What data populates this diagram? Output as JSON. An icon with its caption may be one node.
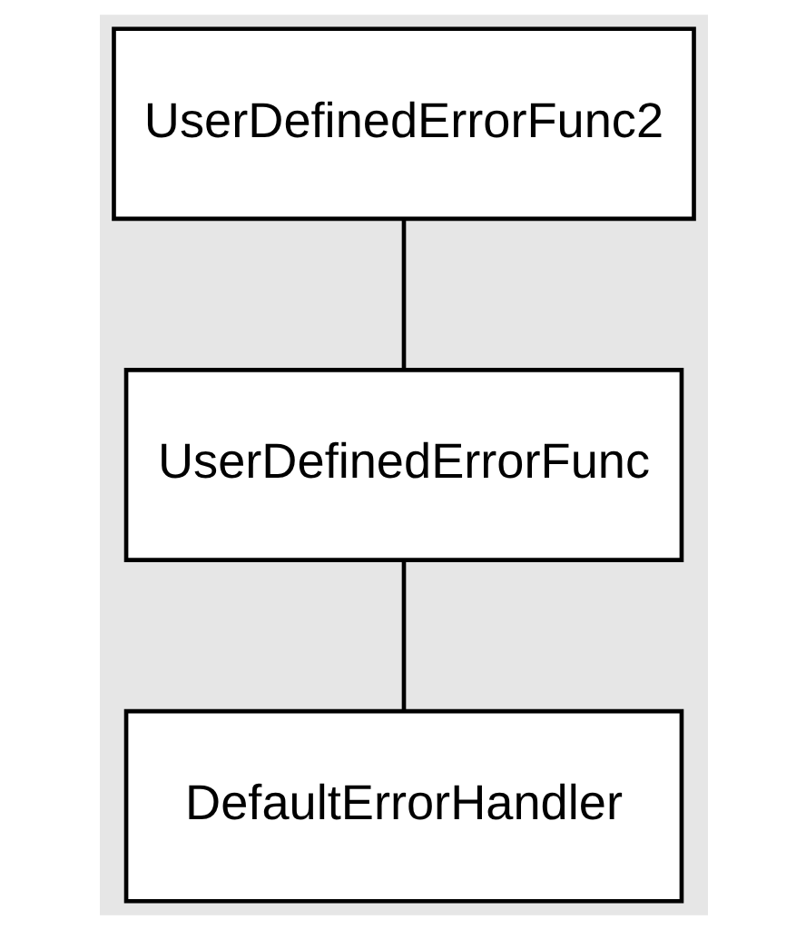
{
  "diagram": {
    "nodes": [
      {
        "text": [
          "UserDefinedErrorFunc2"
        ]
      },
      {
        "text": [
          "UserDefinedErrorFunc"
        ]
      },
      {
        "text": [
          "DefaultErrorHandler"
        ]
      }
    ],
    "edges": [
      {
        "from": 0,
        "to": 1,
        "arrow": "none"
      },
      {
        "from": 1,
        "to": 2,
        "arrow": "none"
      }
    ]
  }
}
